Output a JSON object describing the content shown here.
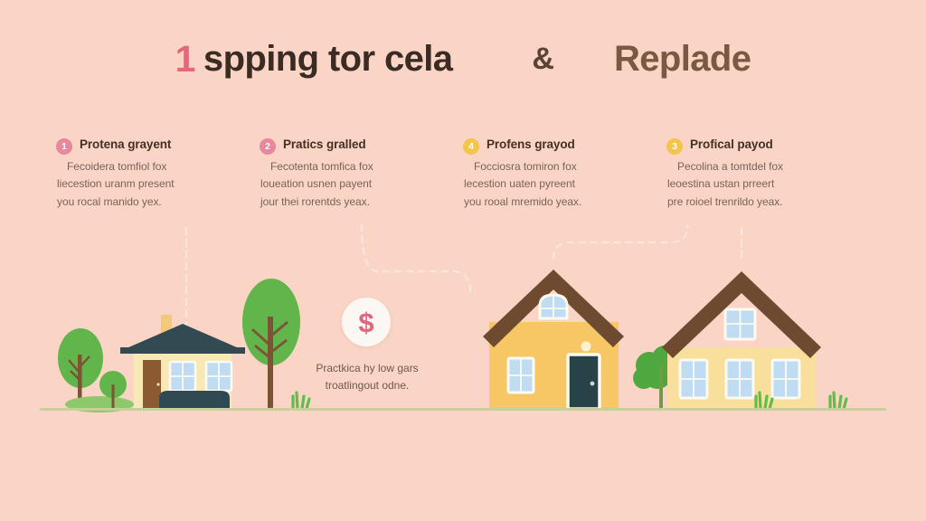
{
  "background_color": "#fad4c4",
  "header": {
    "number": "1",
    "number_color": "#e4677e",
    "main_text": "spping tor cela",
    "main_color": "#3b2b23",
    "separator": "&",
    "alt_text": "Replade",
    "alt_color": "#7a5943"
  },
  "columns": [
    {
      "badge": "1",
      "badge_color": "#e8889c",
      "title": "Protena grayent",
      "line1": "Fecoidera tomfiol fox",
      "line2": "liecestion uranm present",
      "line3": "you rocal manido yex."
    },
    {
      "badge": "2",
      "badge_color": "#e8889c",
      "title": "Pratics gralled",
      "line1": "Fecotenta tomfica fox",
      "line2": "loueation usnen payent",
      "line3": "jour thei rorentds yeax."
    },
    {
      "badge": "4",
      "badge_color": "#f5c44a",
      "title": "Profens grayod",
      "line1": "Focciosra tomiron fox",
      "line2": "lecestion uaten pyreent",
      "line3": "you rooal mremido yeax."
    },
    {
      "badge": "3",
      "badge_color": "#f5c44a",
      "title": "Profical payod",
      "line1": "Pecolina a tomtdel fox",
      "line2": "leoestina ustan prreert",
      "line3": "pre roioel trenrildo yeax."
    }
  ],
  "dollar_badge": {
    "symbol": "$",
    "symbol_color": "#e0677f",
    "circle_color": "#fdf7f3",
    "caption_line1": "Practkica hy low gars",
    "caption_line2": "troatlingout odne."
  },
  "scene": {
    "ground_color": "#c9cf9c",
    "houses": [
      {
        "name": "small-cottage",
        "roof_color": "#334a52",
        "wall_color": "#f7e8b6",
        "door_color": "#8b5a31",
        "window_color": "#bfdcf2",
        "chimney_color": "#f2c97c",
        "hedge_color": "#2f4a52"
      },
      {
        "name": "gabled-house",
        "roof_color": "#6e4a31",
        "wall_color": "#f7c766",
        "door_color": "#274347",
        "window_color": "#bfdcf2"
      },
      {
        "name": "large-house",
        "roof_color": "#6e4a31",
        "wall_color": "#f9df9c",
        "window_color": "#bfdcf2"
      }
    ],
    "trees": [
      {
        "name": "tree-small-left",
        "foliage_color": "#62b54a",
        "trunk_color": "#7d5236"
      },
      {
        "name": "tree-tall-left",
        "foliage_color": "#62b54a",
        "trunk_color": "#7d5236"
      },
      {
        "name": "tree-round-right",
        "foliage_color": "#4fa83f",
        "trunk_color": "#6f9c44"
      }
    ],
    "grass_color": "#63bb4c"
  }
}
